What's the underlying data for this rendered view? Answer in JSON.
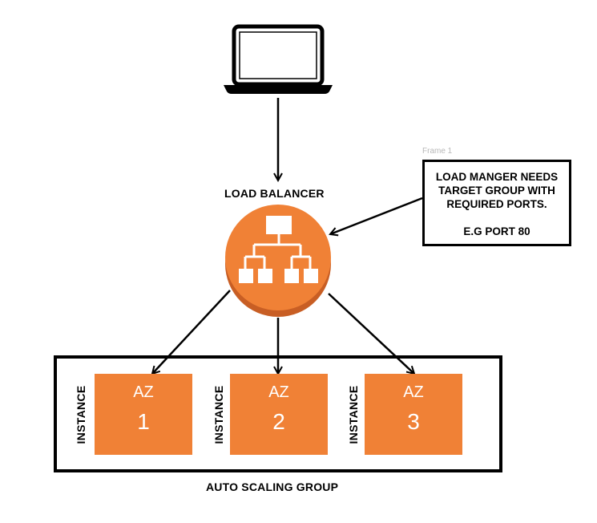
{
  "load_balancer": {
    "label": "LOAD BALANCER"
  },
  "note": {
    "frame_label": "Frame 1",
    "lines": [
      "LOAD MANGER NEEDS",
      "TARGET GROUP WITH",
      "REQUIRED PORTS."
    ],
    "example": "E.G PORT 80"
  },
  "auto_scaling_group": {
    "label": "AUTO SCALING GROUP",
    "zones": [
      {
        "title": "AZ",
        "number": "1",
        "side_label": "INSTANCE"
      },
      {
        "title": "AZ",
        "number": "2",
        "side_label": "INSTANCE"
      },
      {
        "title": "AZ",
        "number": "3",
        "side_label": "INSTANCE"
      }
    ]
  },
  "colors": {
    "accent": "#f08136",
    "accent_shadow": "#c85e24",
    "stroke": "#000000"
  },
  "icons": [
    "laptop-icon",
    "load-balancer-icon"
  ]
}
